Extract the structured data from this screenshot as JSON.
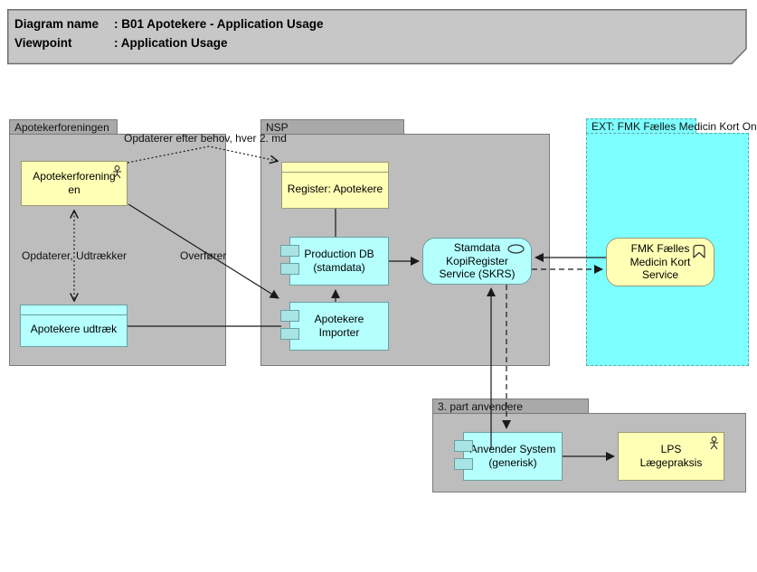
{
  "title": {
    "rows": [
      {
        "label": "Diagram name",
        "value": ": B01 Apotekere - Application Usage"
      },
      {
        "label": "Viewpoint",
        "value": ": Application Usage"
      }
    ]
  },
  "groups": {
    "apotekerforeningen": {
      "label": "Apotekerforeningen"
    },
    "nsp": {
      "label": "NSP"
    },
    "ext_fmk": {
      "label": "EXT: FMK Fælles Medicin Kort On"
    },
    "third_party": {
      "label": "3. part anvendere"
    }
  },
  "nodes": {
    "apotekerforeningen_actor": {
      "label": "Apotekerforeningen",
      "type": "business-actor",
      "icon": "actor-icon"
    },
    "apotekere_udtraek": {
      "label": "Apotekere udtræk",
      "type": "data-object"
    },
    "register_apotekere": {
      "label": "Register: Apotekere",
      "type": "data-object"
    },
    "production_db": {
      "label": "Production DB\n(stamdata)",
      "type": "application-component",
      "icon": "component-icon"
    },
    "apotekere_importer": {
      "label": "Apotekere\nImporter",
      "type": "application-component",
      "icon": "component-icon"
    },
    "skrs": {
      "label": "Stamdata\nKopiRegister\nService (SKRS)",
      "type": "application-service",
      "icon": "service-oval-icon"
    },
    "fmk_service": {
      "label": "FMK Fælles\nMedicin Kort\nService",
      "type": "application-process",
      "icon": "chevron-bookmark-icon"
    },
    "anvender_system": {
      "label": "Anvender System\n(generisk)",
      "type": "application-component",
      "icon": "component-icon"
    },
    "lps": {
      "label": "LPS\nLægepraksis",
      "type": "business-actor",
      "icon": "actor-icon"
    }
  },
  "edge_labels": {
    "opdaterer_efter_behov": "Opdaterer efter behov, hver 2. md",
    "opdaterer_udtraekker": "Opdaterer, Udtrækker",
    "overfoerer": "Overfører"
  },
  "colors": {
    "group_fill": "#bdbdbd",
    "group_tab_fill": "#a9a9a9",
    "ext_group_fill": "#7dffff",
    "yellow_fill": "#ffffb5",
    "cyan_fill": "#b5ffff",
    "note_fill": "#c7c7c7",
    "line": "#1a1a1a"
  }
}
